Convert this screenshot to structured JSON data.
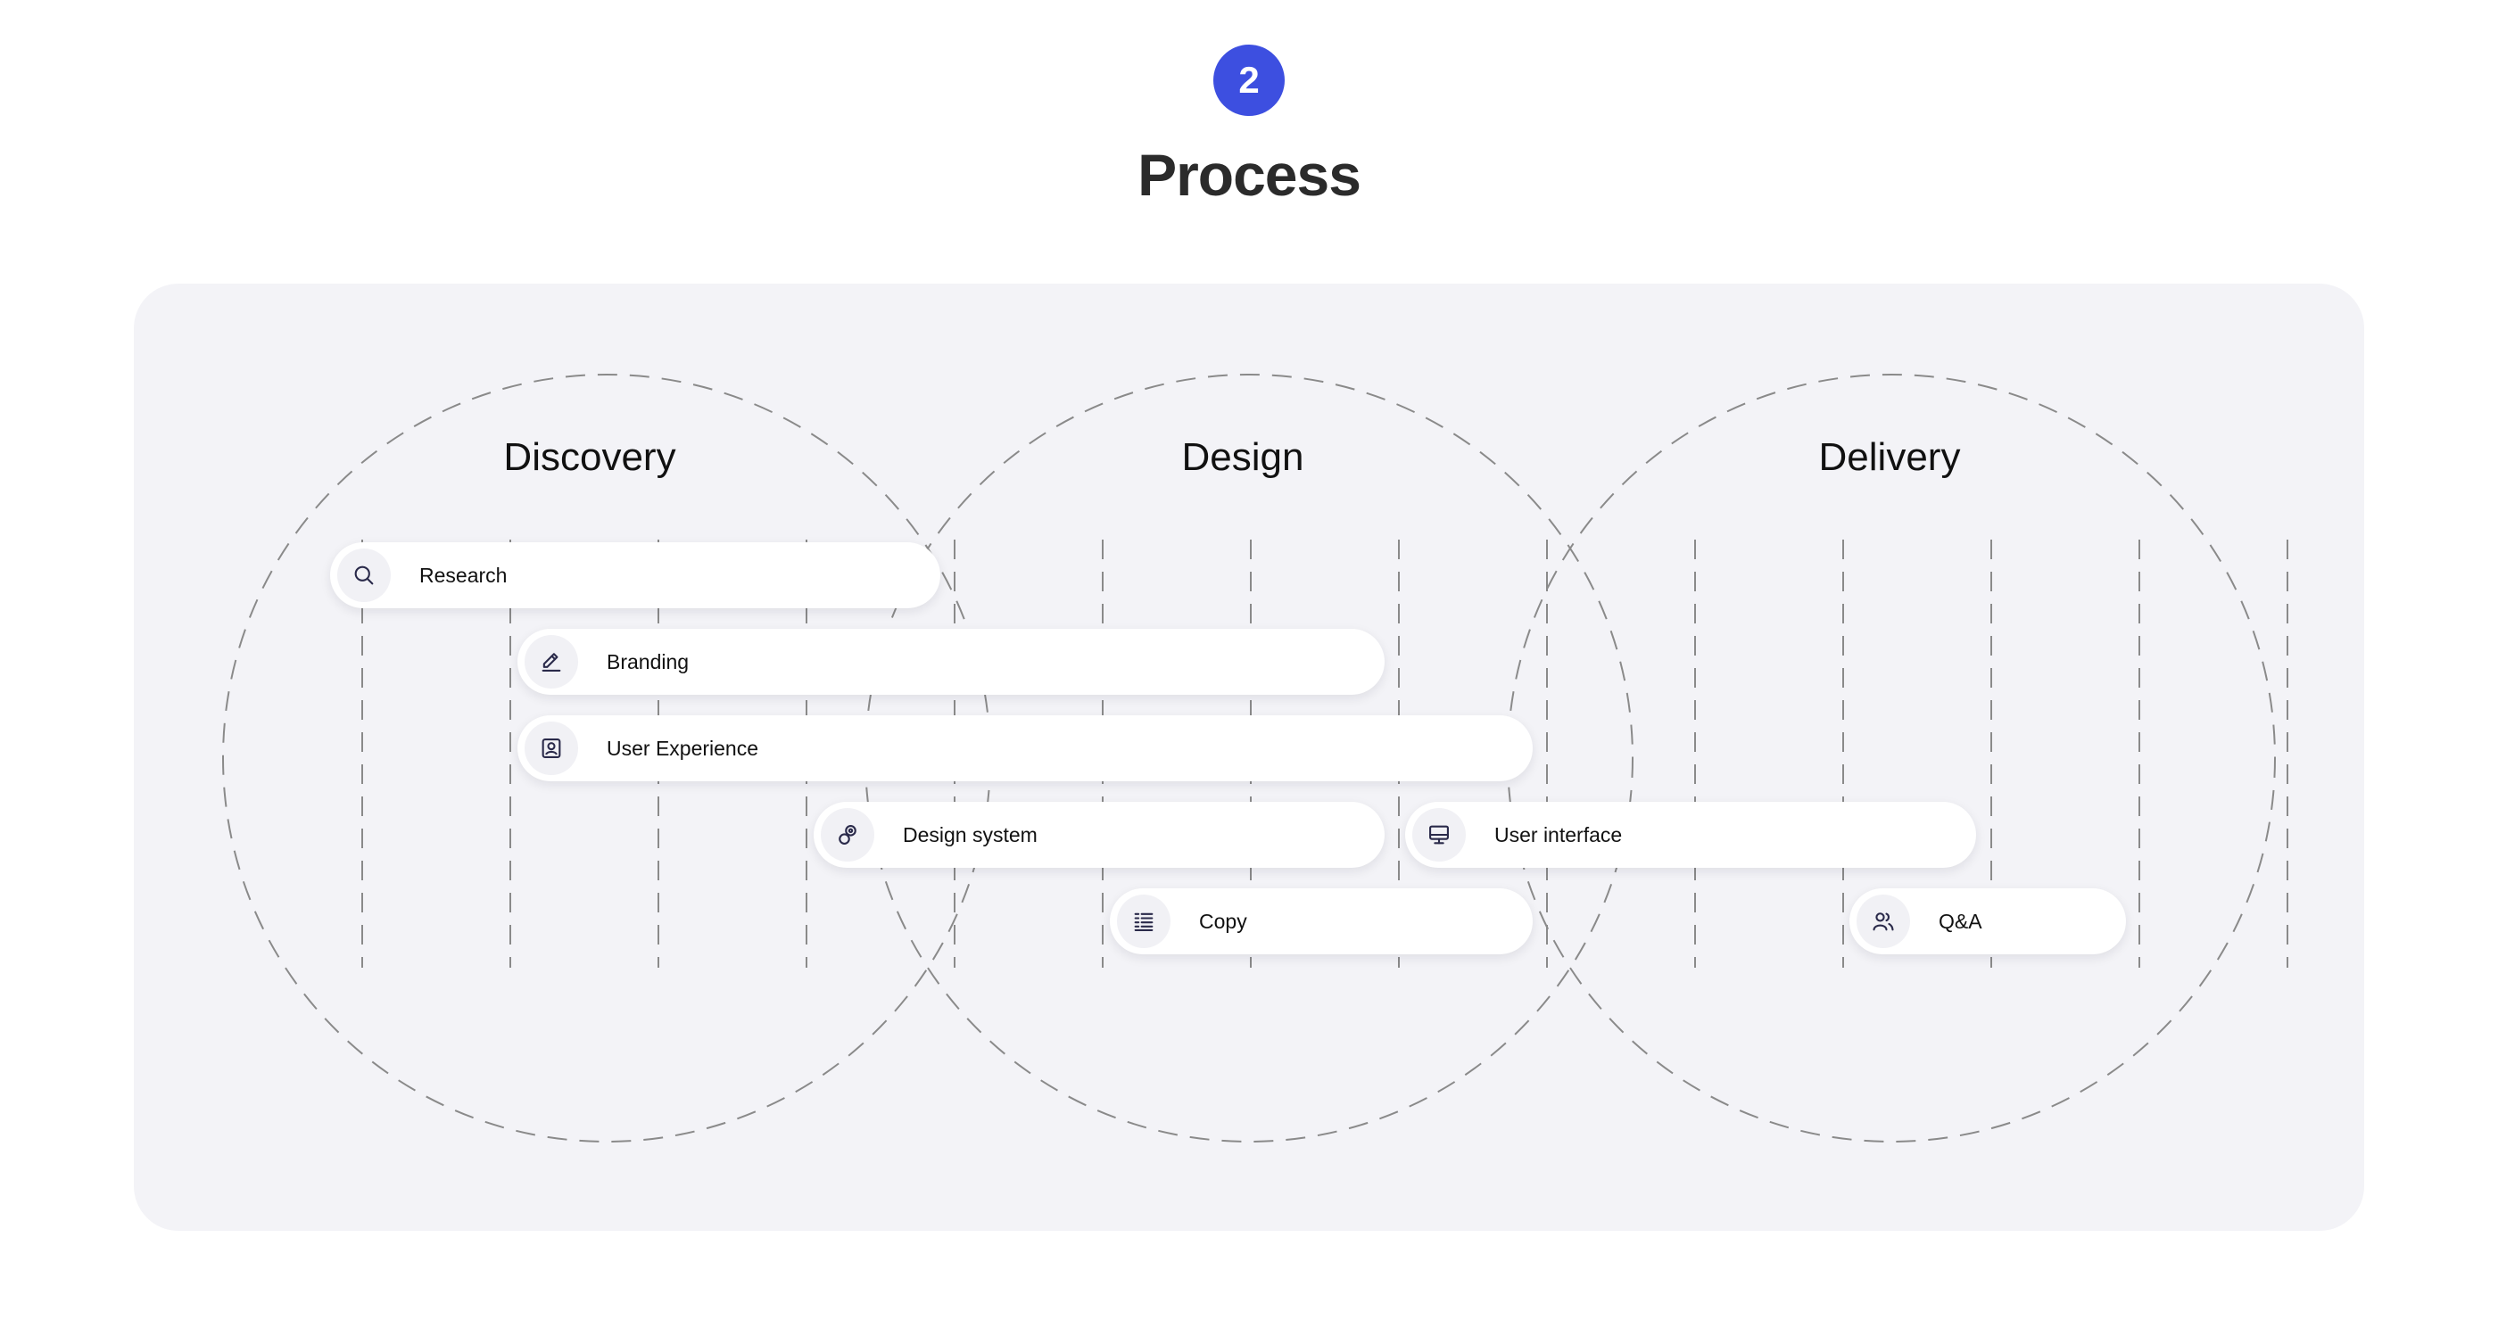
{
  "header": {
    "step_number": "2",
    "title": "Process"
  },
  "phases": [
    {
      "title": "Discovery"
    },
    {
      "title": "Design"
    },
    {
      "title": "Delivery"
    }
  ],
  "tasks": [
    {
      "label": "Research",
      "icon": "search-icon"
    },
    {
      "label": "Branding",
      "icon": "pencil-icon"
    },
    {
      "label": "User Experience",
      "icon": "user-portrait-icon"
    },
    {
      "label": "Design system",
      "icon": "components-icon"
    },
    {
      "label": "User interface",
      "icon": "monitor-icon"
    },
    {
      "label": "Copy",
      "icon": "text-lines-icon"
    },
    {
      "label": "Q&A",
      "icon": "users-icon"
    }
  ],
  "colors": {
    "accent": "#3d4fe0",
    "panel_background": "#f3f3f7",
    "icon_stroke": "#2a2a4a",
    "guide_stroke": "#8a8a8a"
  }
}
